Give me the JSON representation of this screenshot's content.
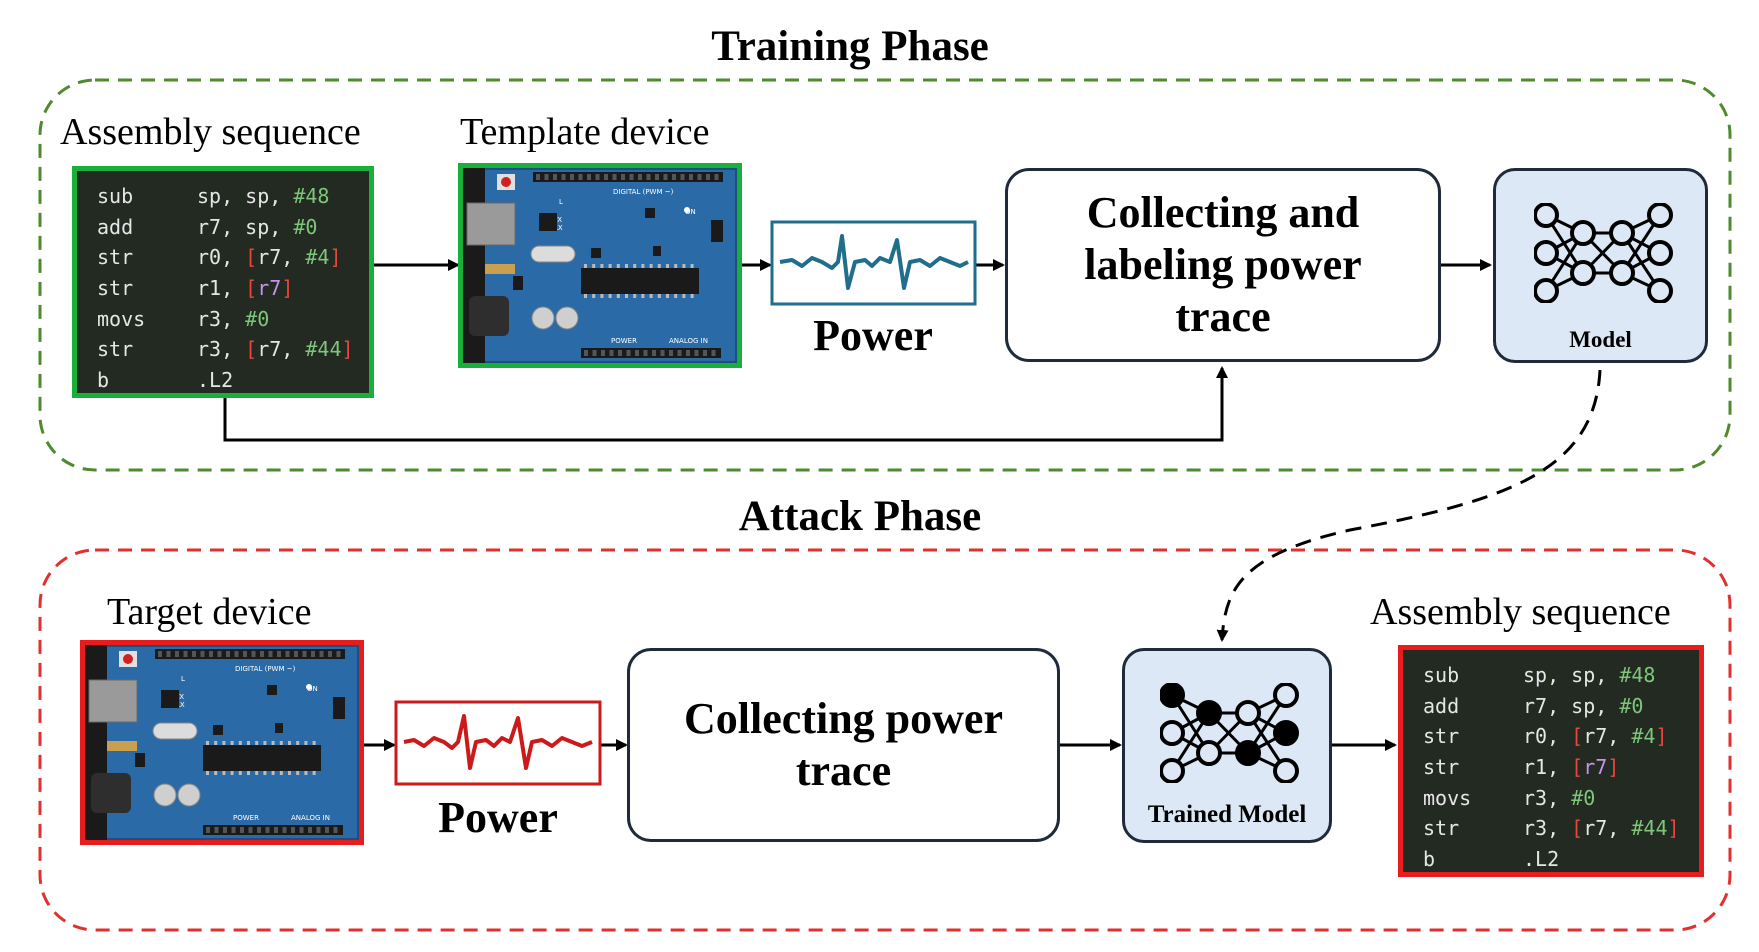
{
  "training": {
    "title": "Training Phase",
    "assembly_label": "Assembly  sequence",
    "template_label": "Template device",
    "power_label": "Power",
    "process_text": "Collecting and labeling power trace",
    "model_label": "Model",
    "frame_color": "#4f8a2e"
  },
  "attack": {
    "title": "Attack Phase",
    "target_label": "Target device",
    "power_label": "Power",
    "process_text": "Collecting power trace",
    "model_label": "Trained Model",
    "output_label": "Assembly  sequence",
    "frame_color": "#e03030"
  },
  "code_lines": [
    {
      "op": "sub",
      "a1": "sp, ",
      "a2": "sp, ",
      "a3": "#48",
      "style": "plain"
    },
    {
      "op": "add",
      "a1": "r7, ",
      "a2": "sp, ",
      "a3": "#0",
      "style": "plain"
    },
    {
      "op": "str",
      "a1": "r0, ",
      "b1": "[",
      "a2": "r7, ",
      "a3": "#4",
      "b2": "]",
      "style": "bracket"
    },
    {
      "op": "str",
      "a1": "r1, ",
      "b1": "[",
      "a2": "r7",
      "b2": "]",
      "style": "reg"
    },
    {
      "op": "movs",
      "a1": "r3, ",
      "a3": "#0",
      "style": "plain"
    },
    {
      "op": "str",
      "a1": "r3, ",
      "b1": "[",
      "a2": "r7, ",
      "a3": "#44",
      "b2": "]",
      "style": "bracket"
    },
    {
      "op": "b",
      "a1": ".L2",
      "style": "plain"
    }
  ],
  "board": {
    "silk_digital": "DIGITAL (PWM ~)",
    "silk_power": "POWER",
    "silk_analog": "ANALOG IN",
    "silk_on": "ON",
    "silk_l": "L",
    "silk_tx": "TX",
    "silk_rx": "RX"
  },
  "colors": {
    "green_border": "#18b03a",
    "red_border": "#e81c1c",
    "power_training": "#1e6e8c",
    "power_attack": "#cc1a1a",
    "model_fill": "#dce8f5"
  }
}
